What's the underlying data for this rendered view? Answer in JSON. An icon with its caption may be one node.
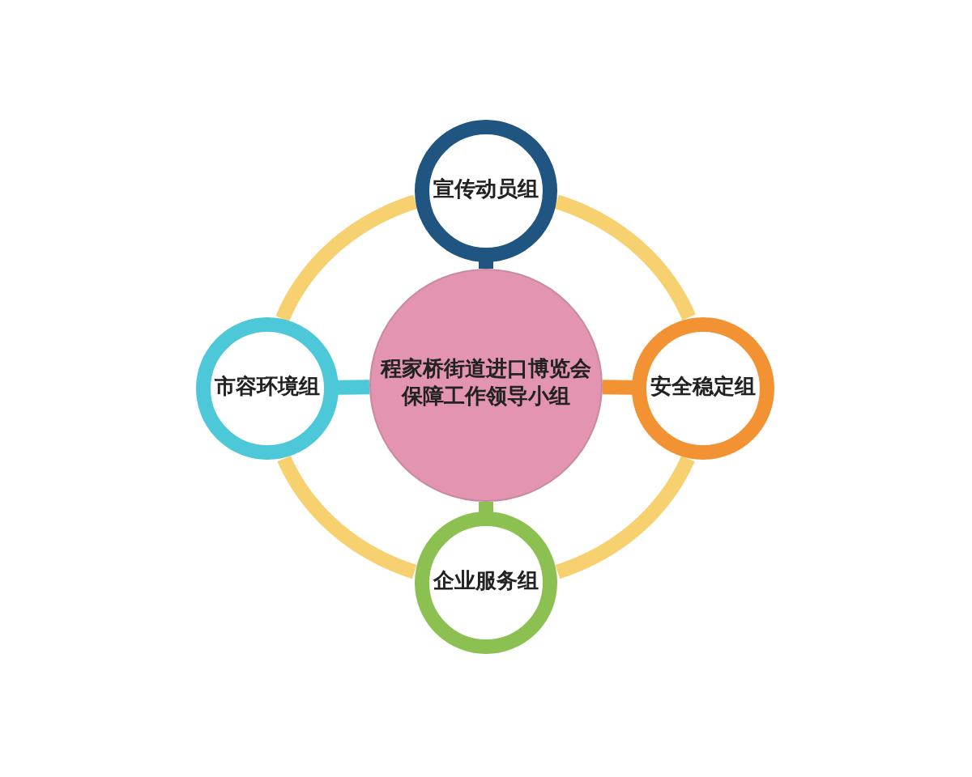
{
  "diagram": {
    "nodes": [
      {
        "text": [
          "宣传动员组"
        ]
      },
      {
        "text": [
          "市容环境组"
        ]
      },
      {
        "text": [
          "程家桥街道进口博览会保障工作领导小组"
        ]
      },
      {
        "text": [
          "安全稳定组"
        ]
      },
      {
        "text": [
          "企业服务组"
        ]
      }
    ],
    "edges": [
      {
        "from": 2,
        "to": 0,
        "arrow": "none",
        "color": "#1f5580"
      },
      {
        "from": 2,
        "to": 1,
        "arrow": "none",
        "color": "#4dc8d8"
      },
      {
        "from": 2,
        "to": 3,
        "arrow": "none",
        "color": "#f39233"
      },
      {
        "from": 2,
        "to": 4,
        "arrow": "none",
        "color": "#8cc152"
      },
      {
        "from": 0,
        "to": 3,
        "arrow": "none",
        "color": "#f7d070"
      },
      {
        "from": 3,
        "to": 4,
        "arrow": "none",
        "color": "#f7d070"
      },
      {
        "from": 4,
        "to": 1,
        "arrow": "none",
        "color": "#f7d070"
      },
      {
        "from": 1,
        "to": 0,
        "arrow": "none",
        "color": "#f7d070"
      }
    ]
  }
}
